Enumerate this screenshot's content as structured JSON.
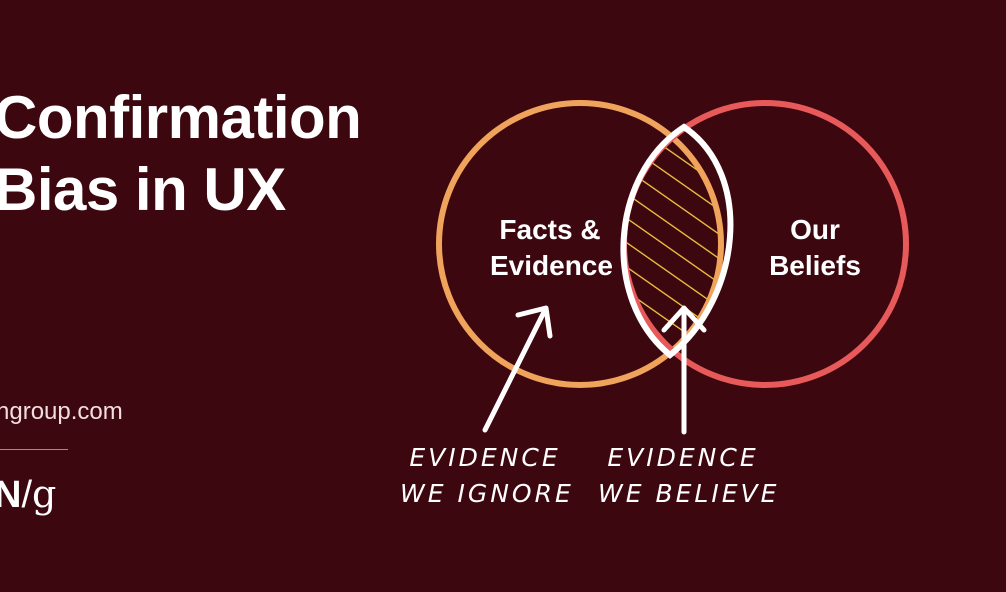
{
  "title": {
    "line1": "Confirmation",
    "line2": "Bias in UX"
  },
  "website": "ngroup.com",
  "logo": {
    "left": "N",
    "slash": "/",
    "right": "g"
  },
  "venn": {
    "left_circle": {
      "label_line1": "Facts &",
      "label_line2": "Evidence",
      "color": "#f0a35a"
    },
    "right_circle": {
      "label_line1": "Our",
      "label_line2": "Beliefs",
      "color": "#e85a5a"
    },
    "intersection_hatch_color": "#f5c842",
    "intersection_outline_color": "#ffffff"
  },
  "annotations": {
    "ignore": {
      "line1": "EVIDENCE",
      "line2": "WE IGNORE"
    },
    "believe": {
      "line1": "EVIDENCE",
      "line2": "WE BELIEVE"
    }
  },
  "colors": {
    "background": "#3d0710",
    "text": "#ffffff"
  }
}
